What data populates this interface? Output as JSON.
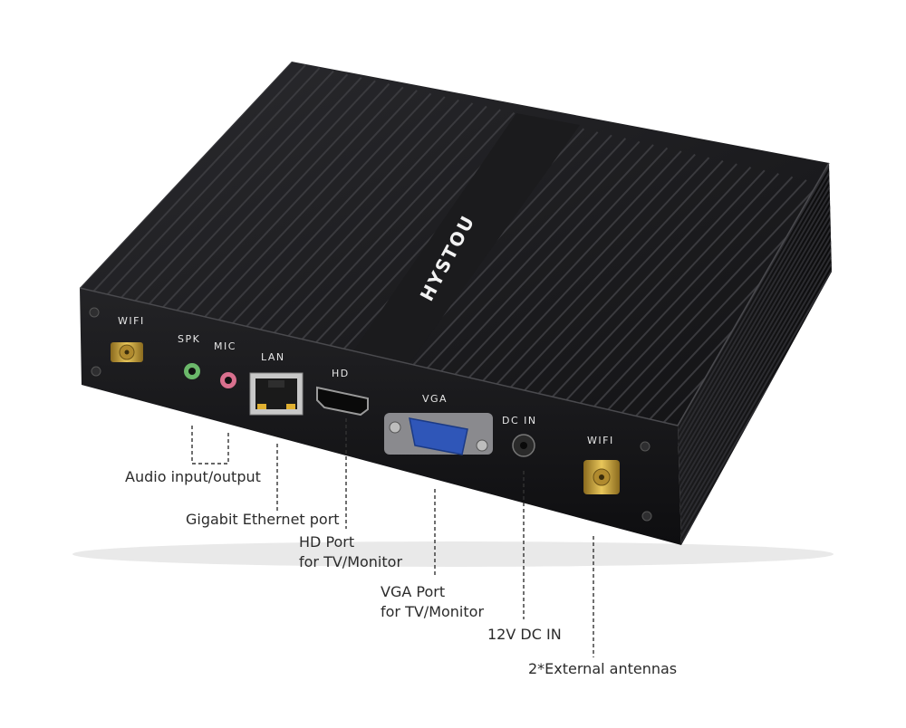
{
  "device": {
    "brand": "HYSTOU",
    "port_labels": {
      "wifi_left": "WIFI",
      "spk": "SPK",
      "mic": "MIC",
      "lan": "LAN",
      "hd": "HD",
      "vga": "VGA",
      "dc_in": "DC IN",
      "wifi_right": "WIFI"
    }
  },
  "callouts": {
    "audio": "Audio input/output",
    "ethernet": "Gigabit Ethernet port",
    "hd_line1": "HD Port",
    "hd_line2": "for TV/Monitor",
    "vga_line1": "VGA Port",
    "vga_line2": "for TV/Monitor",
    "dc": "12V DC IN",
    "antennas": "2*External antennas"
  },
  "colors": {
    "chassis_top": "#1c1c1e",
    "chassis_front": "#141416",
    "fin_highlight": "#3a3a3e",
    "connector_gold": "#c9a23a",
    "vga_blue": "#2f56b8",
    "spk_green": "#6bb86a",
    "mic_pink": "#d9708e",
    "leader_line": "#333333"
  }
}
